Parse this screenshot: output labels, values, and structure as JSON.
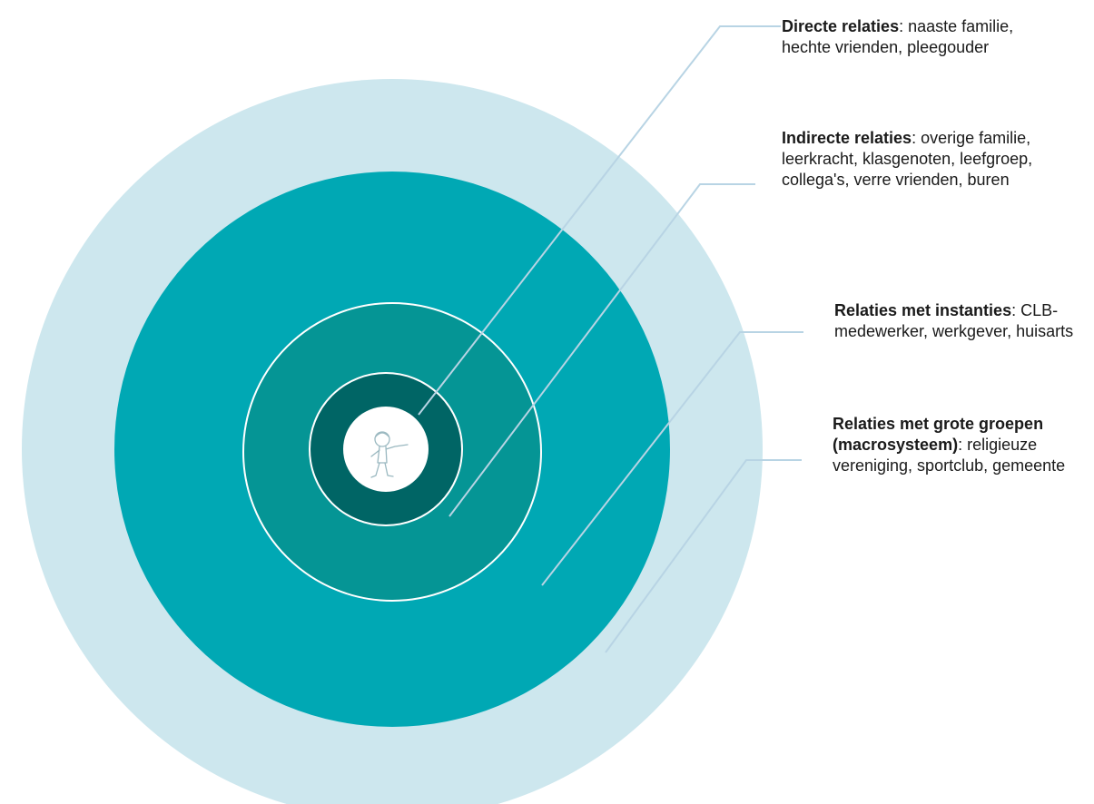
{
  "colors": {
    "outer_ring": "#cde7ee",
    "second_ring": "#00a8b4",
    "third_ring": "#059595",
    "inner_ring": "#006565",
    "center": "#ffffff",
    "connector": "#b8d4e4"
  },
  "center_icon": "child-figure-icon",
  "labels": {
    "direct": {
      "title": "Directe relaties",
      "text": ": naaste familie, hechte vrienden, pleegouder"
    },
    "indirect": {
      "title": "Indirecte relaties",
      "text": ": overige familie, leerkracht, klasgenoten, leefgroep, collega's, verre vrienden, buren"
    },
    "instanties": {
      "title": "Relaties met instanties",
      "text": ": CLB-medewerker, werkgever, huisarts"
    },
    "groepen": {
      "title": "Relaties met grote groepen (macrosysteem)",
      "text": ": religieuze vereniging, sportclub, gemeente"
    }
  }
}
